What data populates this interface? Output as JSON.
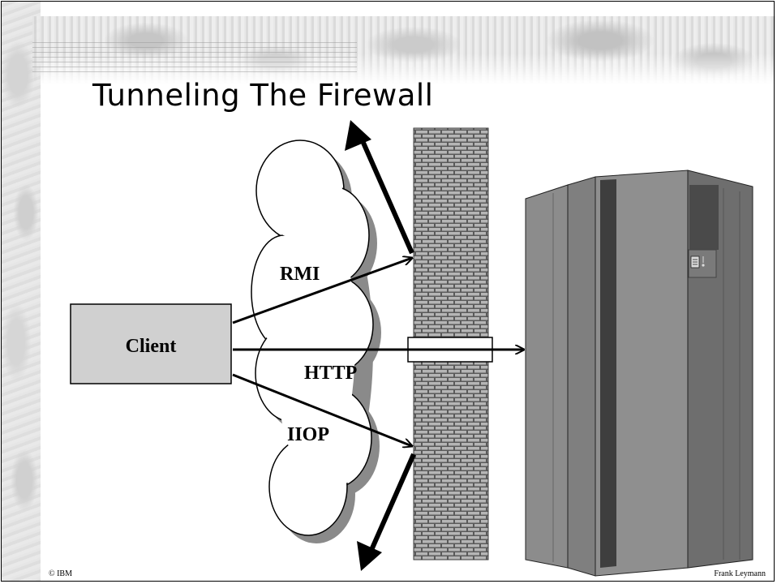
{
  "slide": {
    "title": "Tunneling The Firewall",
    "footer_left": "© IBM",
    "footer_right": "Frank Leymann"
  },
  "diagram": {
    "client_label": "Client",
    "protocols": [
      "RMI",
      "HTTP",
      "IIOP"
    ]
  },
  "colors": {
    "client_box": "#d0d0d0",
    "cloud": "#ffffff",
    "cloud_shadow": "#8a8a8a",
    "brick_mortar": "#5a5a5a",
    "brick_face": "#b5b5b5",
    "server_front": "#8c8c8c",
    "server_side": "#6e6e6e",
    "server_top": "#a8a8a8"
  }
}
